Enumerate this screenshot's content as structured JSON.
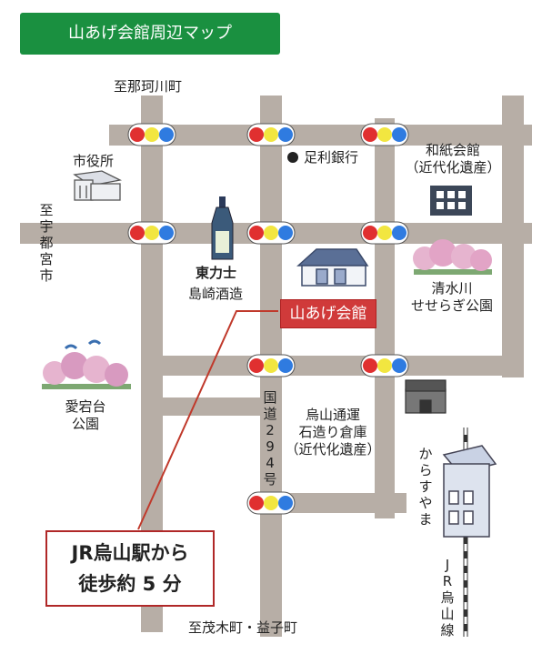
{
  "title": "山あげ会館周辺マップ",
  "destination": "山あげ会館",
  "callout": {
    "line1": "JR烏山駅から",
    "line2": "徒歩約 5 分"
  },
  "directions": {
    "north": "至那珂川町",
    "south": "至茂木町・益子町",
    "west": [
      "至",
      "宇",
      "都",
      "宮",
      "市"
    ]
  },
  "landmarks": {
    "city_hall": "市役所",
    "bank": "足利銀行",
    "washi": [
      "和紙会館",
      "（近代化遺産）"
    ],
    "brewery_brand": "東力士",
    "brewery": "島崎酒造",
    "shimizu": [
      "清水川",
      "せせらぎ公園"
    ],
    "atago": [
      "愛宕台",
      "公園"
    ],
    "warehouse": [
      "烏山通運",
      "石造り倉庫",
      "（近代化遺産）"
    ],
    "station_side": [
      "か",
      "ら",
      "す",
      "や",
      "ま"
    ]
  },
  "route": [
    "国",
    "道",
    "2",
    "9",
    "4",
    "号"
  ],
  "railway": [
    "J",
    "R",
    "烏",
    "山",
    "線"
  ],
  "colors": {
    "road": "#b7aea6",
    "title_bg": "#1a9040",
    "destination_bg": "#d03a3a",
    "route_line": "#c0392b",
    "signal_red": "#e03030",
    "signal_yellow": "#f2e640",
    "signal_blue": "#2f7be0"
  }
}
